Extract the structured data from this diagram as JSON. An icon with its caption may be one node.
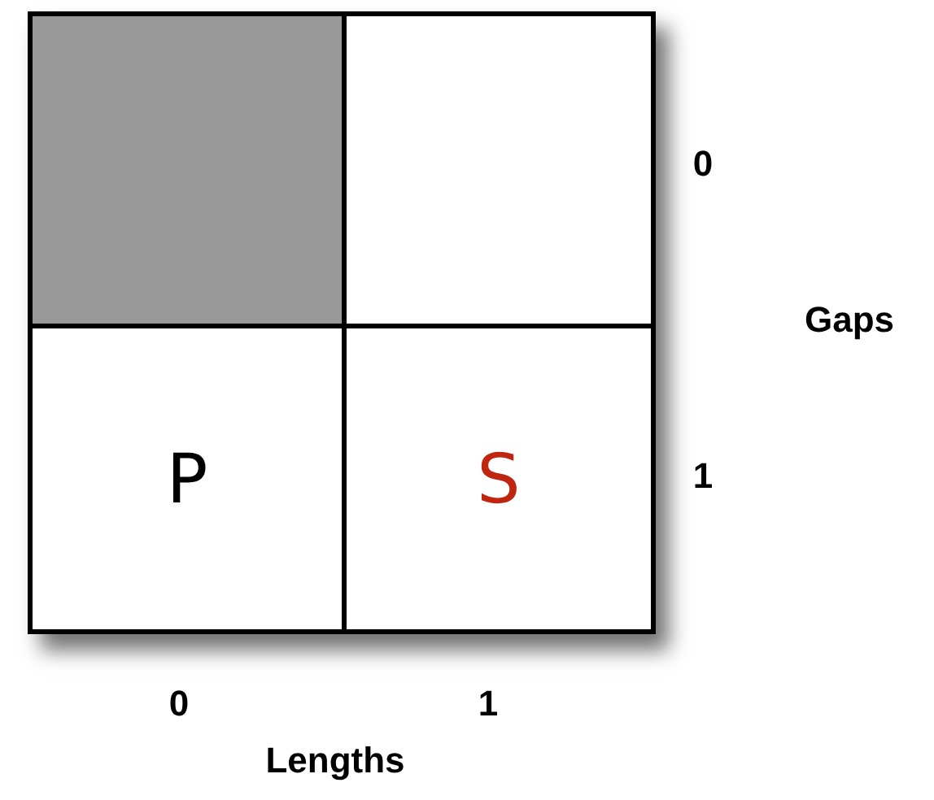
{
  "diagram": {
    "nodes": [
      {
        "text": [],
        "shape": "box"
      },
      {
        "text": [],
        "shape": "box"
      },
      {
        "text": [
          "P"
        ]
      },
      {
        "text": [
          "S"
        ]
      }
    ],
    "labels": [
      "0",
      "Gaps",
      "1",
      "0",
      "1",
      "Lengths"
    ]
  }
}
